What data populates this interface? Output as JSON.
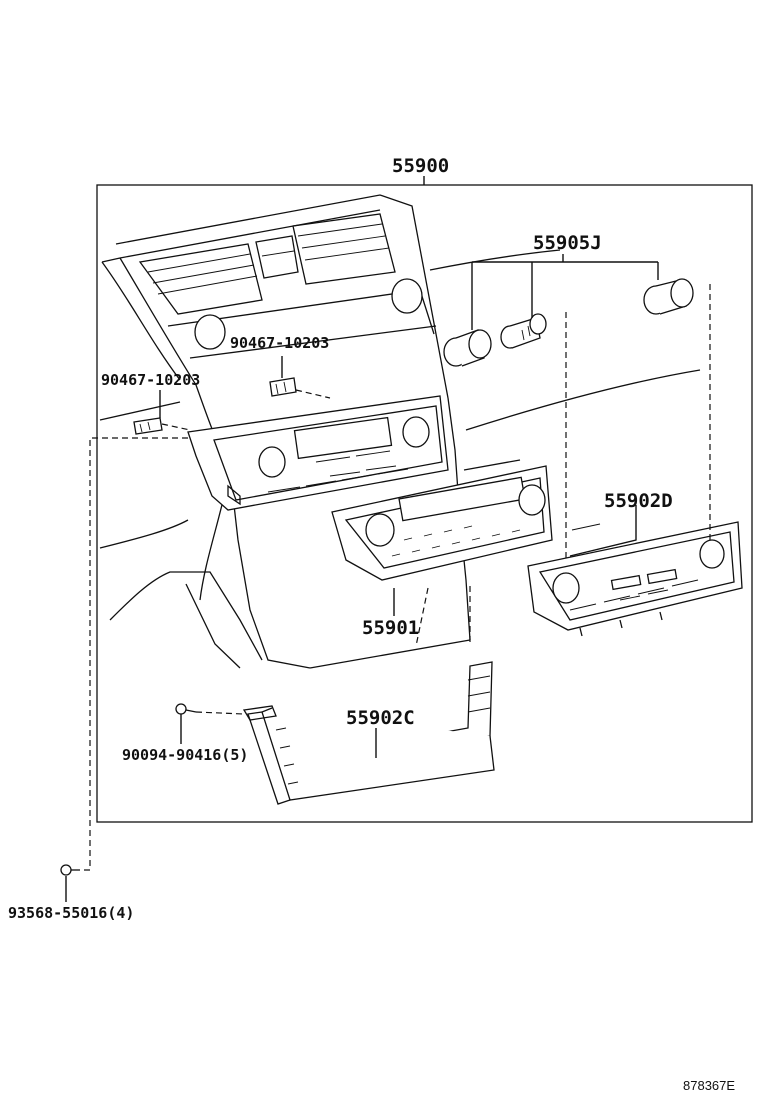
{
  "diagram": {
    "assembly_number": "55900",
    "figure_number": "878367E",
    "parts": [
      {
        "id": "knob",
        "label": "55905J"
      },
      {
        "id": "control-face-plate",
        "label": "55902D"
      },
      {
        "id": "heater-control-panel",
        "label": "55901"
      },
      {
        "id": "lower-bezel",
        "label": "55902C"
      },
      {
        "id": "clip-upper",
        "label": "90467-10203"
      },
      {
        "id": "clip-left",
        "label": "90467-10203"
      },
      {
        "id": "screw-bezel",
        "label": "90094-90416(5)"
      },
      {
        "id": "screw-outer",
        "label": "93568-55016(4)"
      }
    ]
  }
}
